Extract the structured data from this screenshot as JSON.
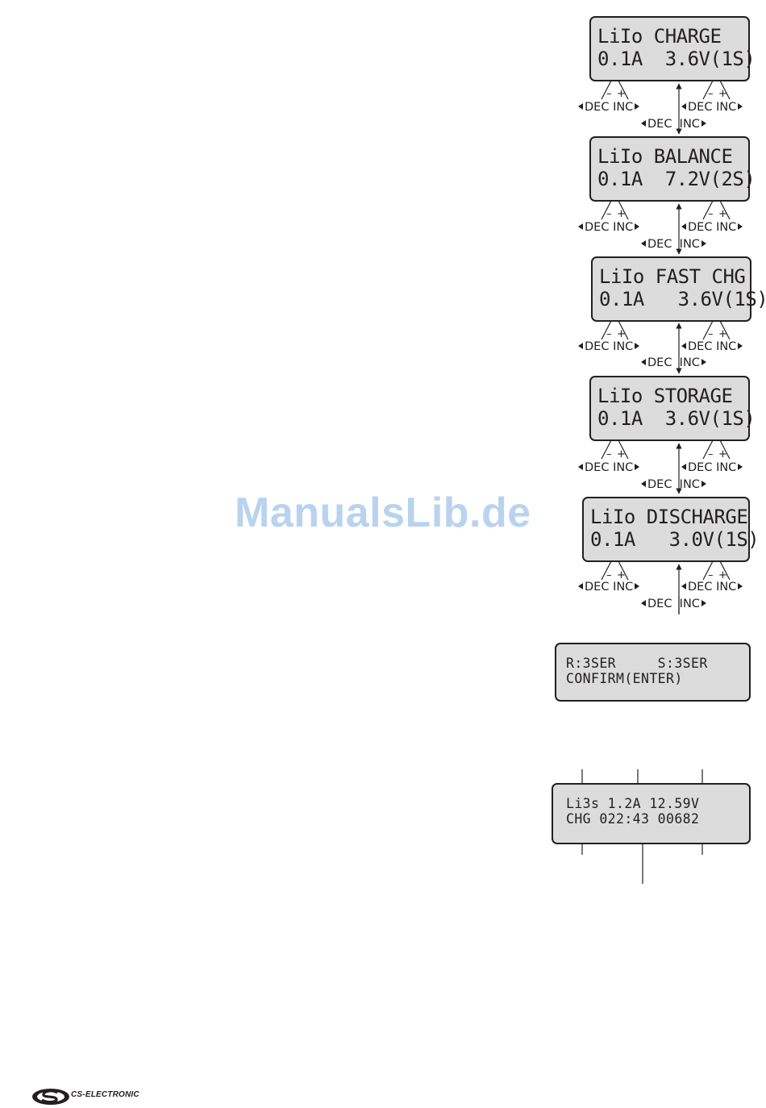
{
  "watermark": "ManualsLib.de",
  "brand": "CS-ELECTRONIC",
  "dec_label": "DEC",
  "inc_label": "INC",
  "minus": "–",
  "plus": "+",
  "screens": [
    {
      "line1": "LiIo CHARGE",
      "line2": "0.1A  3.6V(1S)"
    },
    {
      "line1": "LiIo BALANCE",
      "line2": "0.1A  7.2V(2S)"
    },
    {
      "line1": "LiIo FAST CHG",
      "line2": "0.1A   3.6V(1S)"
    },
    {
      "line1": "LiIo STORAGE",
      "line2": "0.1A  3.6V(1S)"
    },
    {
      "line1": "LiIo DISCHARGE",
      "line2": "0.1A   3.0V(1S)"
    }
  ],
  "confirm_screen": {
    "line1": "R:3SER     S:3SER",
    "line2": "CONFIRM(ENTER)"
  },
  "status_screen": {
    "line1": "Li3s 1.2A 12.59V",
    "line2": "CHG 022:43 00682"
  }
}
